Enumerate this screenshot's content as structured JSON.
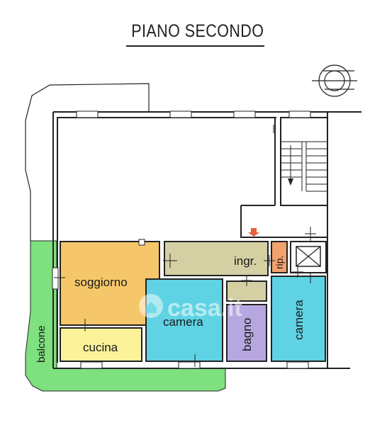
{
  "title": "PIANO SECONDO",
  "rooms": {
    "soggiorno": "soggiorno",
    "cucina": "cucina",
    "camera_left": "camera",
    "camera_right": "camera",
    "bagno": "bagno",
    "ingresso": "ingr.",
    "ripostiglio": "rip.",
    "balcone": "balcone"
  },
  "watermark": "casa.it",
  "colors": {
    "soggiorno": "#f5c76a",
    "cucina": "#fbf29a",
    "camera": "#5fd3e3",
    "bagno": "#b7a7e0",
    "corridor": "#d4d0a4",
    "ripostiglio": "#f2a26e",
    "balcony": "#7ee07e",
    "arrow": "#e8603c"
  }
}
